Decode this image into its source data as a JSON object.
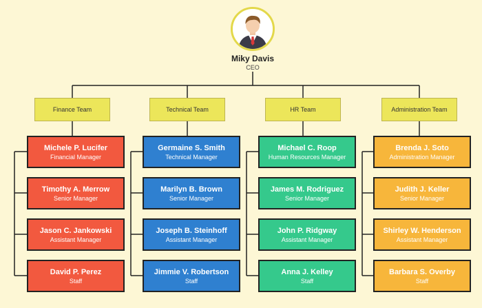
{
  "ceo": {
    "name": "Miky Davis",
    "title": "CEO",
    "avatar_icon": "person-avatar-icon"
  },
  "teams": [
    {
      "name": "Finance Team",
      "members": [
        {
          "name": "Michele P. Lucifer",
          "title": "Financial Manager"
        },
        {
          "name": "Timothy A. Merrow",
          "title": "Senior Manager"
        },
        {
          "name": "Jason C. Jankowski",
          "title": "Assistant Manager"
        },
        {
          "name": "David P. Perez",
          "title": "Staff"
        }
      ]
    },
    {
      "name": "Technical Team",
      "members": [
        {
          "name": "Germaine S. Smith",
          "title": "Technical Manager"
        },
        {
          "name": "Marilyn B. Brown",
          "title": "Senior Manager"
        },
        {
          "name": "Joseph B. Steinhoff",
          "title": "Assistant Manager"
        },
        {
          "name": "Jimmie V. Robertson",
          "title": "Staff"
        }
      ]
    },
    {
      "name": "HR Team",
      "members": [
        {
          "name": "Michael C. Roop",
          "title": "Human Resources Manager"
        },
        {
          "name": "James M. Rodriguez",
          "title": "Senior Manager"
        },
        {
          "name": "John P. Ridgway",
          "title": "Assistant Manager"
        },
        {
          "name": "Anna J. Kelley",
          "title": "Staff"
        }
      ]
    },
    {
      "name": "Administration Team",
      "members": [
        {
          "name": "Brenda J. Soto",
          "title": "Administration Manager"
        },
        {
          "name": "Judith J. Keller",
          "title": "Senior Manager"
        },
        {
          "name": "Shirley W. Henderson",
          "title": "Assistant Manager"
        },
        {
          "name": "Barbara S. Overby",
          "title": "Staff"
        }
      ]
    }
  ],
  "colors": {
    "background": "#fdf7d5",
    "team_box": "#ece65a",
    "finance": "#f2593f",
    "technical": "#2f80d0",
    "hr": "#35c98c",
    "administration": "#f7b63b"
  }
}
